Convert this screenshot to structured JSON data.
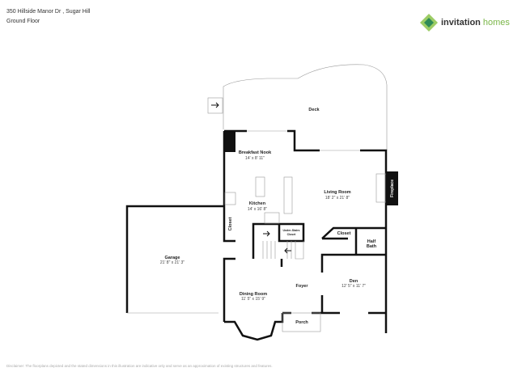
{
  "header": {
    "address": "350 Hillside Manor Dr , Sugar Hill",
    "floor": "Ground Floor"
  },
  "logo": {
    "word1": "invitation",
    "word2": "homes",
    "colors": [
      "#7ab648",
      "#2e8b57"
    ]
  },
  "rooms": {
    "deck": {
      "name": "Deck"
    },
    "nook": {
      "name": "Breakfast Nook",
      "dims": "14' x 8' 11\""
    },
    "living": {
      "name": "Living Room",
      "dims": "18' 2\" x 21' 8\""
    },
    "kitchen": {
      "name": "Kitchen",
      "dims": "14' x 16' 8\""
    },
    "fireplace": {
      "name": "Fireplace"
    },
    "closet1": {
      "name": "Closet"
    },
    "understairs": {
      "line1": "Under-Stairs",
      "line2": "Closet"
    },
    "closet2": {
      "name": "Closet"
    },
    "halfbath": {
      "line1": "Half",
      "line2": "Bath"
    },
    "garage": {
      "name": "Garage",
      "dims": "21' 8\" x 21' 3\""
    },
    "den": {
      "name": "Den",
      "dims": "12' 5\" x 11' 7\""
    },
    "foyer": {
      "name": "Foyer"
    },
    "dining": {
      "name": "Dining Room",
      "dims": "11' 5\" x 15' 9\""
    },
    "porch": {
      "name": "Porch"
    }
  },
  "disclaimer": "Disclaimer: The floorplans depicted and the stated dimensions in this illustration are indicative only and serve as an approximation of existing structures and features."
}
